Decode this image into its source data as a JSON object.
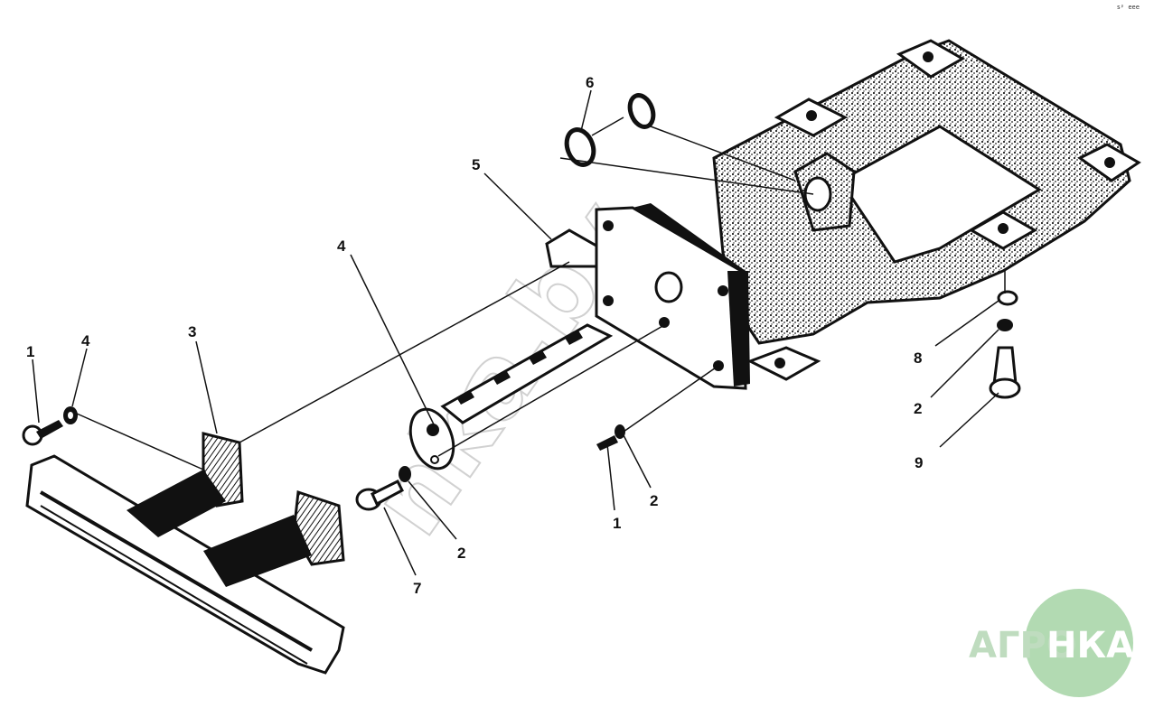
{
  "page_code": "sᵖ eee",
  "callouts": [
    {
      "id": "c1a",
      "text": "1"
    },
    {
      "id": "c4a",
      "text": "4"
    },
    {
      "id": "c3",
      "text": "3"
    },
    {
      "id": "c4b",
      "text": "4"
    },
    {
      "id": "c5",
      "text": "5"
    },
    {
      "id": "c6",
      "text": "6"
    },
    {
      "id": "c2a",
      "text": "2"
    },
    {
      "id": "c7",
      "text": "7"
    },
    {
      "id": "c1b",
      "text": "1"
    },
    {
      "id": "c2b",
      "text": "2"
    },
    {
      "id": "c8",
      "text": "8"
    },
    {
      "id": "c2c",
      "text": "2"
    },
    {
      "id": "c9",
      "text": "9"
    }
  ],
  "watermark": "nka.by",
  "logo": {
    "left": "АГРО",
    "right": "НКА",
    "color_text": "#b8d8b8",
    "color_circle": "#9ccc9c"
  },
  "colors": {
    "ink": "#111111",
    "stipple": "#7a7a7a"
  }
}
